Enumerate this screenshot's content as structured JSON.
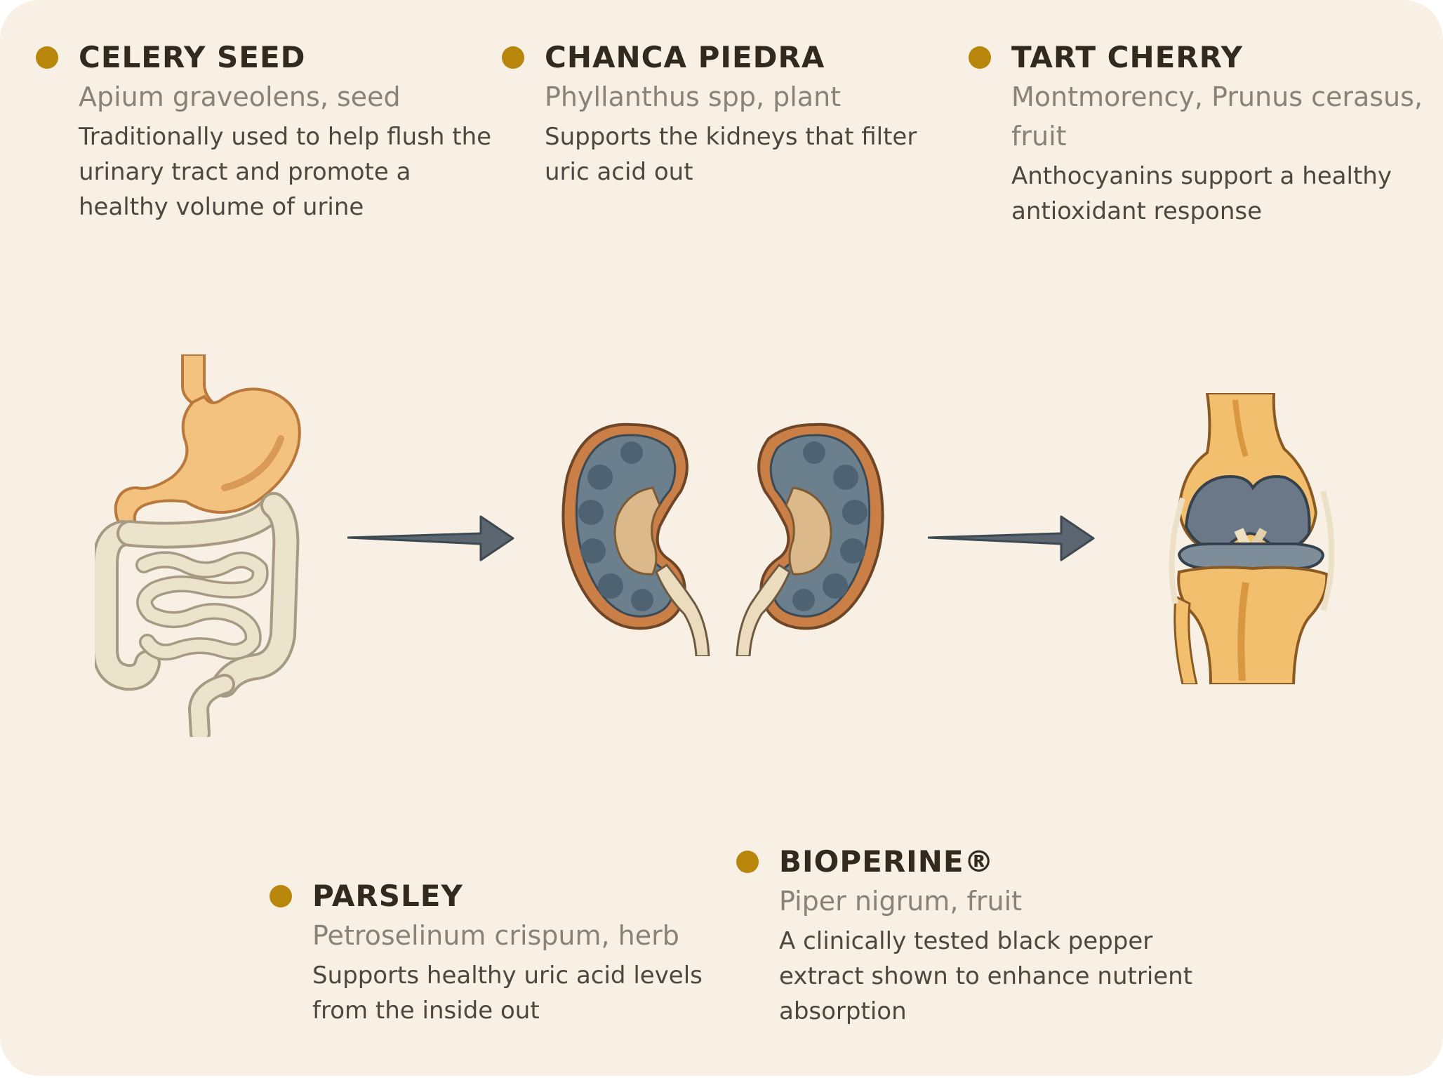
{
  "colors": {
    "background": "#f8f0e4",
    "bullet": "#b8860b",
    "heading": "#33291e",
    "latin": "#8a8278",
    "body": "#4d473f"
  },
  "ingredients": {
    "celery": {
      "name": "CELERY SEED",
      "latin": "Apium graveolens, seed",
      "description": "Traditionally used to help flush the urinary tract and promote a healthy volume of urine"
    },
    "chanca": {
      "name": "CHANCA PIEDRA",
      "latin": "Phyllanthus spp, plant",
      "description": "Supports the kidneys that filter uric acid out"
    },
    "cherry": {
      "name": "TART CHERRY",
      "latin": "Montmorency, Prunus cerasus, fruit",
      "description": "Anthocyanins support a healthy antioxidant response"
    },
    "parsley": {
      "name": "PARSLEY",
      "latin": "Petroselinum crispum, herb",
      "description": "Supports healthy uric acid levels from the inside out"
    },
    "bioperine": {
      "name": "BIOPERINE®",
      "latin": "Piper nigrum, fruit",
      "description": "A clinically tested black pepper extract shown to enhance nutrient absorption"
    }
  },
  "illustrations": [
    "stomach-intestines-icon",
    "arrow-right-icon",
    "kidneys-icon",
    "arrow-right-icon",
    "knee-joint-icon"
  ]
}
